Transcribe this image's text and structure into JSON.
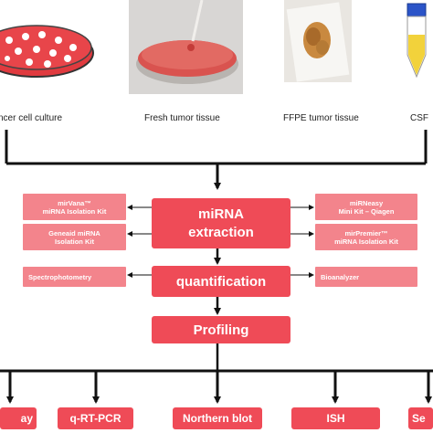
{
  "sources": [
    {
      "label": "ncer cell culture"
    },
    {
      "label": "Fresh tumor tissue"
    },
    {
      "label": "FFPE tumor tissue"
    },
    {
      "label": "CSF"
    }
  ],
  "steps": {
    "extraction": "miRNA\nextraction",
    "quantification": "quantification",
    "profiling": "Profiling"
  },
  "kits_left": [
    "mirVana™\nmiRNA Isolation Kit",
    "Geneaid miRNA\nIsolation Kit"
  ],
  "kits_right": [
    "miRNeasy\nMini Kit – Qiagen",
    "mirPremier™\nmiRNA Isolation Kit"
  ],
  "quant_left": "Spectrophotometry",
  "quant_right": "Bioanalyzer",
  "methods": [
    "ay",
    "q-RT-PCR",
    "Northern blot",
    "ISH",
    "Se"
  ],
  "colors": {
    "main": "#ef4b57",
    "side": "#f3848c",
    "arrow": "#111111"
  }
}
